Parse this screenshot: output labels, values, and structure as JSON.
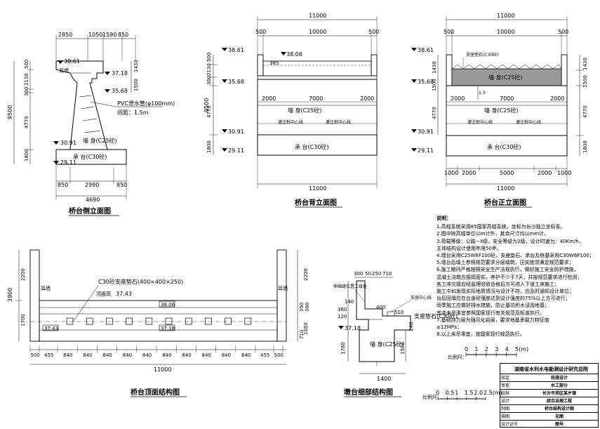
{
  "side_view": {
    "top_dims": [
      "2850",
      "1050",
      "1590",
      "850"
    ],
    "elevations": [
      "38.61",
      "37.18",
      "35.68",
      "30.91",
      "29.11"
    ],
    "left_dims": [
      "500",
      "2130",
      "300",
      "4770",
      "1800"
    ],
    "total_height": "9500",
    "right_dims": [
      "1430",
      "1500"
    ],
    "labels": {
      "earwall": "耳墙",
      "body": "墙 身(C25砼)",
      "cap": "承 台(C30砼)"
    },
    "pvc_label": "PVC泄水管(φ100mm)",
    "pvc_spacing": "间距：1.5m",
    "bottom_dims": [
      "850",
      "2990",
      "850"
    ],
    "bottom_total": "4690",
    "caption": "桥台侧立面图"
  },
  "back_view": {
    "top_total": "11000",
    "top_dims": [
      "500",
      "10000",
      "500"
    ],
    "elevations": [
      "38.61",
      "38.06",
      "35.68",
      "30.91",
      "29.11"
    ],
    "left_dims": [
      "500",
      "2130",
      "300",
      "4770",
      "1800"
    ],
    "total_height": "9500",
    "dim_385": "385",
    "span_dims": [
      "2000",
      "7000",
      "2000"
    ],
    "labels": {
      "body": "墙 身(C25砼)",
      "road_center_1": "灌注桩中心线",
      "road_center_2": "灌注桩中心线",
      "cap": "承 台(C30砼)"
    },
    "bottom_total": "11000",
    "caption": "桥台背立面图"
  },
  "front_view": {
    "top_total": "11000",
    "top_dims": [
      "500",
      "10000",
      "500"
    ],
    "elevations": [
      "38.61",
      "35.68",
      "30.91",
      "29.11"
    ],
    "right_dims": [
      "1430",
      "1500",
      "4770",
      "1800"
    ],
    "left_dims": [
      "1430",
      "1500",
      "4770"
    ],
    "labels": {
      "bearing": "支座垫石(C30砼)",
      "body": "墙 身(C25砼)",
      "road_center_1": "灌注桩中心线",
      "road_center_2": "灌注桩中心线",
      "cap": "承 台(C30砼)",
      "slope": "1:3"
    },
    "span_dims": [
      "2000",
      "7000",
      "2000"
    ],
    "bottom_dims": [
      "1000",
      "2000",
      "5000",
      "2000",
      "1000"
    ],
    "bottom_total": "11000",
    "caption": "桥台正立面图"
  },
  "plan_view": {
    "left_dims": [
      "2200",
      "1700"
    ],
    "total_height": "3900",
    "right_dims": [
      "2200",
      "350",
      "300",
      "1050",
      "710"
    ],
    "labels": {
      "earwall_l": "耳墙",
      "earwall_r": "耳墙",
      "bearing": "C30砼支座垫石(400×400×250)",
      "top_elev_label": "顶面高",
      "top_elev": "37.43"
    },
    "boxes": [
      "38.06",
      "37.43",
      "37.18"
    ],
    "bottom_dims": [
      "500",
      "455",
      "840",
      "840",
      "840",
      "840",
      "840",
      "840",
      "840",
      "840",
      "840",
      "840",
      "455",
      "500"
    ],
    "bottom_total": "11000",
    "caption": "桥台顶面结构图"
  },
  "cap_detail": {
    "top_dims": [
      "300",
      "50",
      "250",
      "710"
    ],
    "labels": {
      "joint": "伸缩缝位置二级处",
      "bearing_center": "支座中心线",
      "bearing": "支座垫石(C30砼)",
      "body": "墙 身(C25砼)"
    },
    "left_dims": [
      "140",
      "360",
      "120",
      "1780"
    ],
    "mid_dims": [
      "400",
      "510",
      "248"
    ],
    "elevation": "37.18",
    "right_dim": "1500",
    "bottom_dim": "1400",
    "caption": "墩台细部结构图"
  },
  "notes": {
    "heading": "说明：",
    "items": [
      "1.高程系统采用85国家高程系统，坐标为长沙独立坐标系。",
      "2.图中除高程单位以m计外，其余尺寸均以mm计。",
      "3.荷载等级：公路－Ⅱ级，安全等级为2级，设计时速为：40Km/h，",
      "  主体结构设计使用年限50年。",
      "4.墙台采用C25W6F100砼，支座垫石、承台及桩基采用C30W6F100；",
      "5.墙台后填土参照规范要求分层填筑，压实度须满足规范要求；",
      "6.施工期间严格按照安全生产法规执行，做好施工安全防护措施，",
      "  混凝土浇筑应振捣密实，养护不少于7天，并按规范要求进行检测；",
      "  各工序交接应经监理验收合格后方可进入下道工序施工；",
      "  施工中如发现实际地质情况与设计不符，应及时通知设计单位；",
      "  台后回填应在台身砼强度达到设计强度的75%以上方可进行；",
      "  雨季施工应做好排水措施，防止基坑积水浸泡地基；",
      "  其余未尽事宜参照国家现行有关规范及标准执行。",
      "7.基础持力层为强风化岩层，要求地基承载力特征值",
      "  ≥12MPa；",
      "8.以上未尽事宜，按国家现行规范执行。"
    ],
    "scale_label": "比例尺：",
    "scale_ticks": [
      "0",
      "1",
      "2",
      "3",
      "4",
      "5(m)"
    ]
  },
  "scale_bar": {
    "label": "比例尺：",
    "ticks": [
      "0",
      "0.5",
      "1",
      "1.5",
      "2.0",
      "2.5(m)"
    ]
  },
  "title_block": {
    "org": "湖南省水利水电勘测设计研究总院",
    "rows": [
      {
        "label": "核定",
        "value": "技施设计"
      },
      {
        "label": "审查",
        "value": "水工部分"
      },
      {
        "label": "校核",
        "value": "长沙市郊区某乡镇"
      },
      {
        "label": "设计",
        "value": "综合治理工程"
      },
      {
        "label": "制图",
        "value": "桥台结构设计图"
      },
      {
        "label": "描图",
        "value": "见图"
      },
      {
        "label": "设计证号",
        "value": "图号"
      }
    ]
  }
}
